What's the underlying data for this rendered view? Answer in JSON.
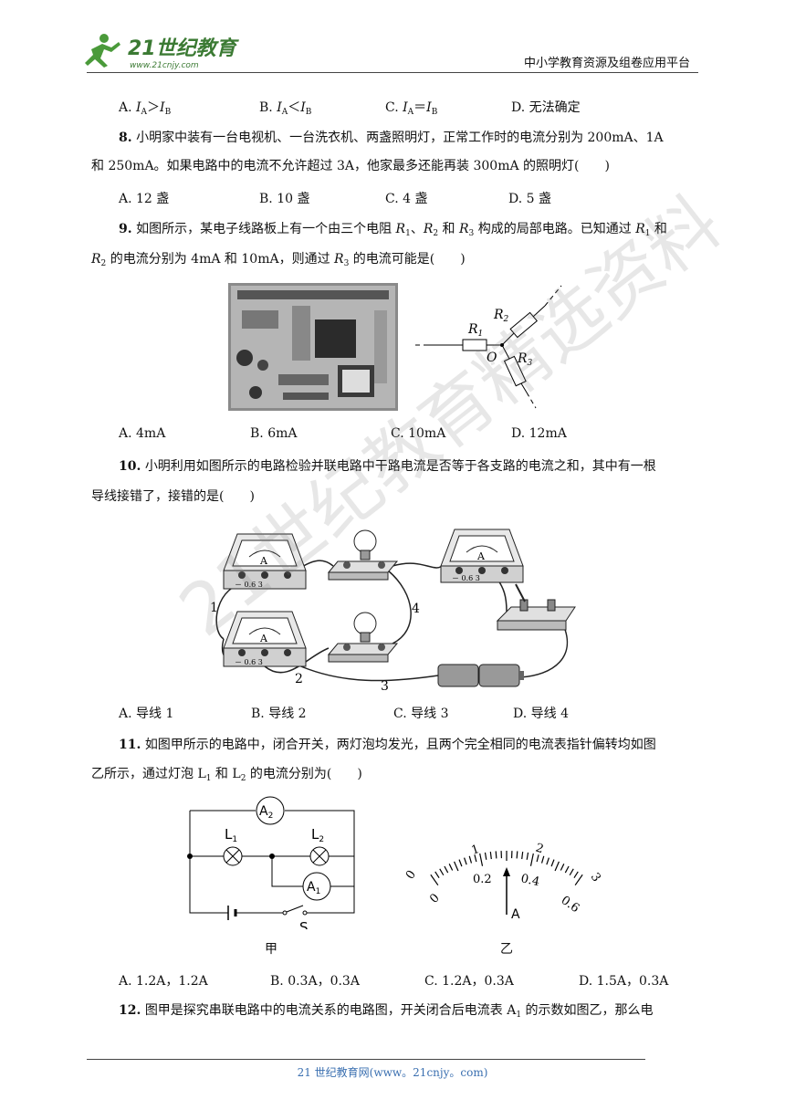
{
  "header": {
    "logo_main": "21世纪教育",
    "logo_url": "www.21cnjy.com",
    "right_text": "中小学教育资源及组卷应用平台"
  },
  "q7_options": [
    "A. I<sub>A</sub>＞I<sub>B</sub>",
    "B. I<sub>A</sub>＜I<sub>B</sub>",
    "C. I<sub>A</sub>＝I<sub>B</sub>",
    "D.  无法确定"
  ],
  "q8": {
    "num": "8.",
    "line1": "小明家中装有一台电视机、一台洗衣机、两盏照明灯，正常工作时的电流分别为 200mA、1A",
    "line2": "和 250mA。如果电路中的电流不允许超过 3A，他家最多还能再装 300mA 的照明灯(　　)",
    "options": [
      "A. 12 盏",
      "B. 10 盏",
      "C. 4 盏",
      "D. 5 盏"
    ]
  },
  "q9": {
    "num": "9.",
    "line1": "如图所示，某电子线路板上有一个由三个电阻 R<sub>1</sub>、R<sub>2</sub> 和 R<sub>3</sub> 构成的局部电路。已知通过 R<sub>1</sub> 和",
    "line2": "R<sub>2</sub> 的电流分别为 4mA 和 10mA，则通过 R<sub>3</sub> 的电流可能是(　　)",
    "options": [
      "A. 4mA",
      "B. 6mA",
      "C. 10mA",
      "D. 12mA"
    ],
    "labels": {
      "r1": "R1",
      "r2": "R2",
      "r3": "R3",
      "o": "O"
    }
  },
  "q10": {
    "num": "10.",
    "line1": "小明利用如图所示的电路检验并联电路中干路电流是否等于各支路的电流之和，其中有一根",
    "line2": "导线接错了，接错的是(　　)",
    "options": [
      "A.  导线 1",
      "B.  导线 2",
      "C.  导线 3",
      "D.  导线 4"
    ],
    "wire_labels": [
      "1",
      "2",
      "3",
      "4"
    ],
    "meter_label": "A",
    "meter_scale": "－ 0.6  3"
  },
  "q11": {
    "num": "11.",
    "line1": "如图甲所示的电路中，闭合开关，两灯泡均发光，且两个完全相同的电流表指针偏转均如图",
    "line2": "乙所示，通过灯泡 L<sub>1</sub> 和 L<sub>2</sub> 的电流分别为(　　)",
    "options": [
      "A. 1.2A，1.2A",
      "B. 0.3A，0.3A",
      "C. 1.2A，0.3A",
      "D. 1.5A，0.3A"
    ],
    "fig_a_caption": "甲",
    "fig_b_caption": "乙",
    "circuit_labels": {
      "a2": "A2",
      "a1": "A1",
      "l1": "L1",
      "l2": "L2",
      "s": "S"
    },
    "scale_outer": [
      "0",
      "1",
      "2",
      "3"
    ],
    "scale_inner": [
      "0",
      "0.2",
      "0.4",
      "0.6"
    ],
    "scale_unit": "A"
  },
  "q12": {
    "num": "12.",
    "line1": "图甲是探究串联电路中的电流关系的电路图，开关闭合后电流表 A<sub>1</sub> 的示数如图乙，那么电"
  },
  "footer": {
    "text": "21 世纪教育网(www。21cnjy。com)"
  },
  "watermark": {
    "text": "21世纪教育精选资料"
  }
}
